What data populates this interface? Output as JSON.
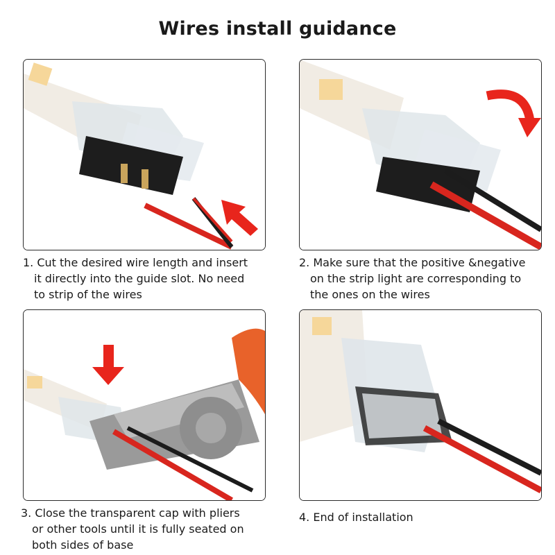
{
  "title": "Wires install guidance",
  "steps": [
    {
      "lines": [
        "1. Cut the desired wire length and insert",
        "it directly into the guide slot. No need",
        "to strip of the wires"
      ]
    },
    {
      "lines": [
        "2. Make sure that the positive &negative",
        "on the strip light are corresponding to",
        "the ones on the wires"
      ]
    },
    {
      "lines": [
        "3. Close the transparent cap with pliers",
        "or other tools until it is fully seated on",
        "both sides of base"
      ]
    },
    {
      "lines": [
        "4. End of installation"
      ]
    }
  ],
  "colors": {
    "arrow": "#e8251c",
    "wire_red": "#d8261e",
    "wire_black": "#1c1c1c",
    "plier_handle": "#e8622a",
    "strip": "#f1ece4",
    "led": "#f6d79a"
  }
}
